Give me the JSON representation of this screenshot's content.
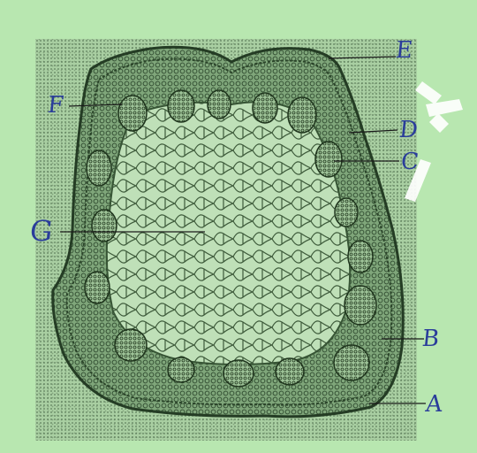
{
  "header_fragment": "",
  "labels": {
    "A": "A",
    "B": "B",
    "C": "C",
    "D": "D",
    "E": "E",
    "F": "F",
    "G": "G"
  },
  "colors": {
    "paper": "#b8e7b0",
    "tissue": "#6f9a6b",
    "cell_wall": "#2f4a2f",
    "label_ink": "#2a3d9a"
  }
}
